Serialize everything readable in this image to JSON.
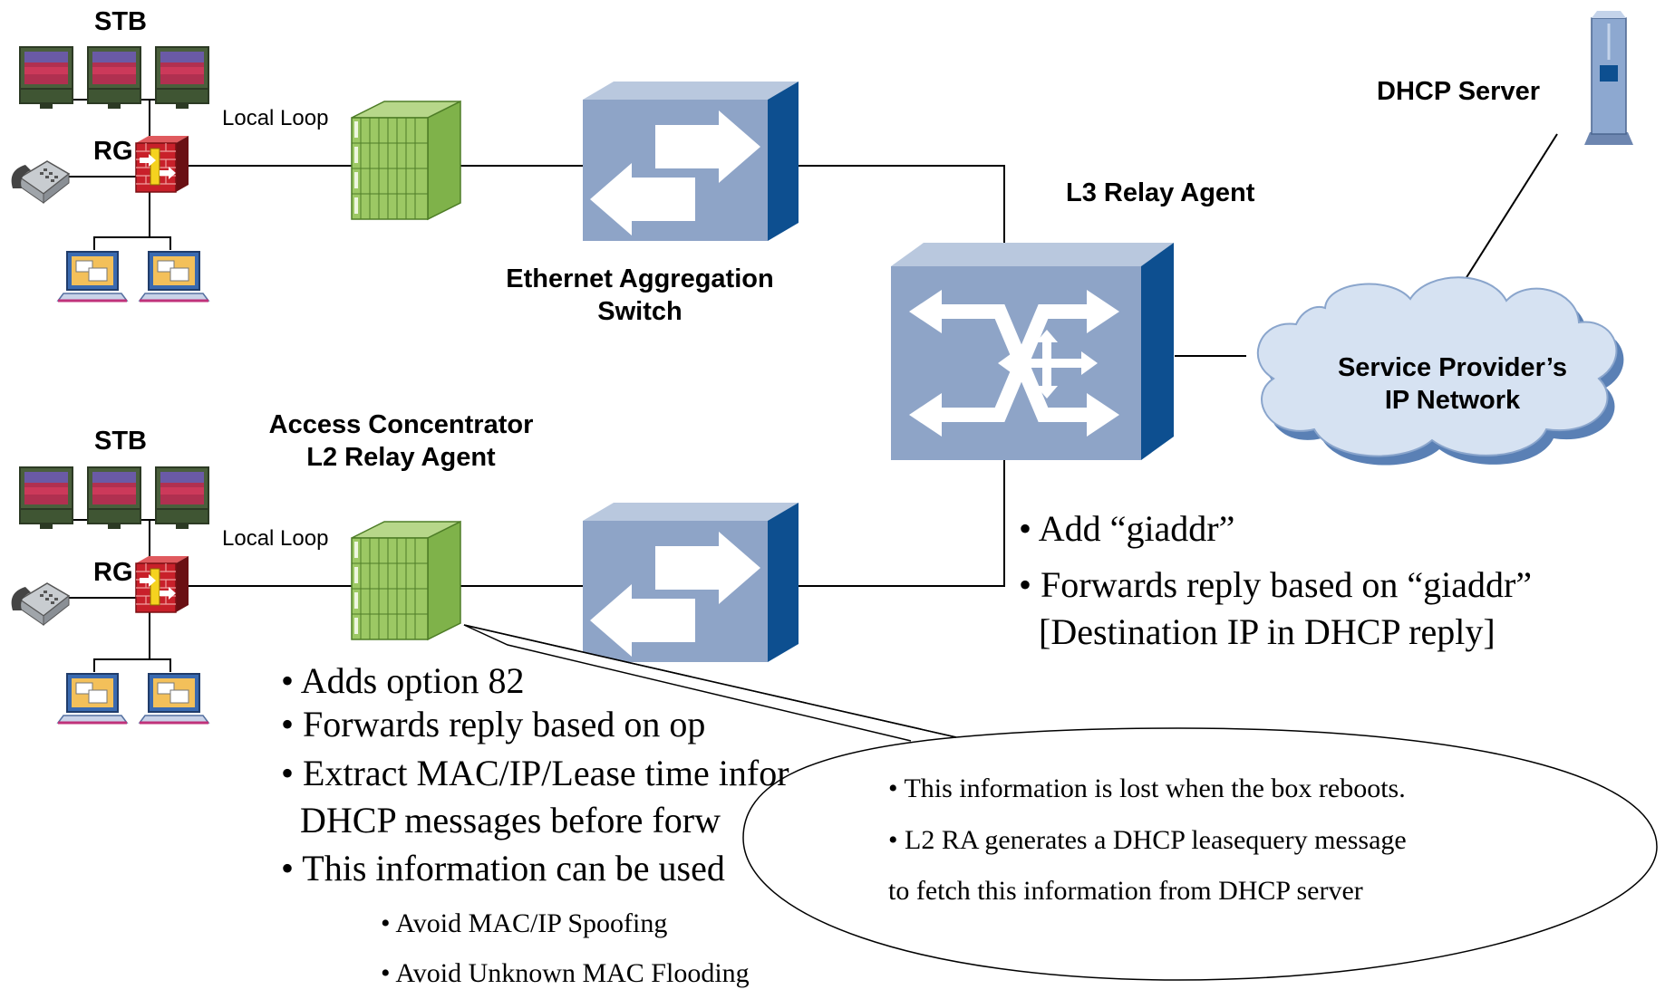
{
  "labels": {
    "stb_top": "STB",
    "stb_bottom": "STB",
    "rg_top": "RG",
    "rg_bottom": "RG",
    "local_loop_top": "Local Loop",
    "local_loop_bottom": "Local Loop",
    "dhcp_server": "DHCP Server",
    "l3_relay_agent": "L3 Relay Agent",
    "eth_switch_line1": "Ethernet Aggregation",
    "eth_switch_line2": "Switch",
    "cloud_line1": "Service Provider’s",
    "cloud_line2": "IP Network",
    "access_line1": "Access Concentrator",
    "access_line2": "L2 Relay Agent"
  },
  "l3_notes": [
    "• Add “giaddr”",
    "• Forwards reply based on “giaddr”",
    "[Destination IP in DHCP reply]"
  ],
  "l2_notes": [
    "• Adds option 82",
    "• Forwards reply based on op",
    "• Extract MAC/IP/Lease time infor",
    "DHCP messages before forw",
    "• This information can be used"
  ],
  "l2_subnotes": [
    "• Avoid MAC/IP Spoofing",
    "• Avoid Unknown MAC Flooding"
  ],
  "callout": [
    "• This information is lost when the box reboots.",
    "• L2 RA generates a DHCP leasequery message",
    "to fetch this information from DHCP server"
  ],
  "colors": {
    "switch_front": "#8ea4c7",
    "switch_side": "#0d4f90",
    "switch_top": "#b9c8de",
    "concentrator": "#7fb24a",
    "concentrator_dark": "#4e7d27",
    "firewall": "#c8202a",
    "cloud": "#d6e2f2",
    "cloud_edge": "#5a80b5",
    "server": "#8da8d0"
  }
}
